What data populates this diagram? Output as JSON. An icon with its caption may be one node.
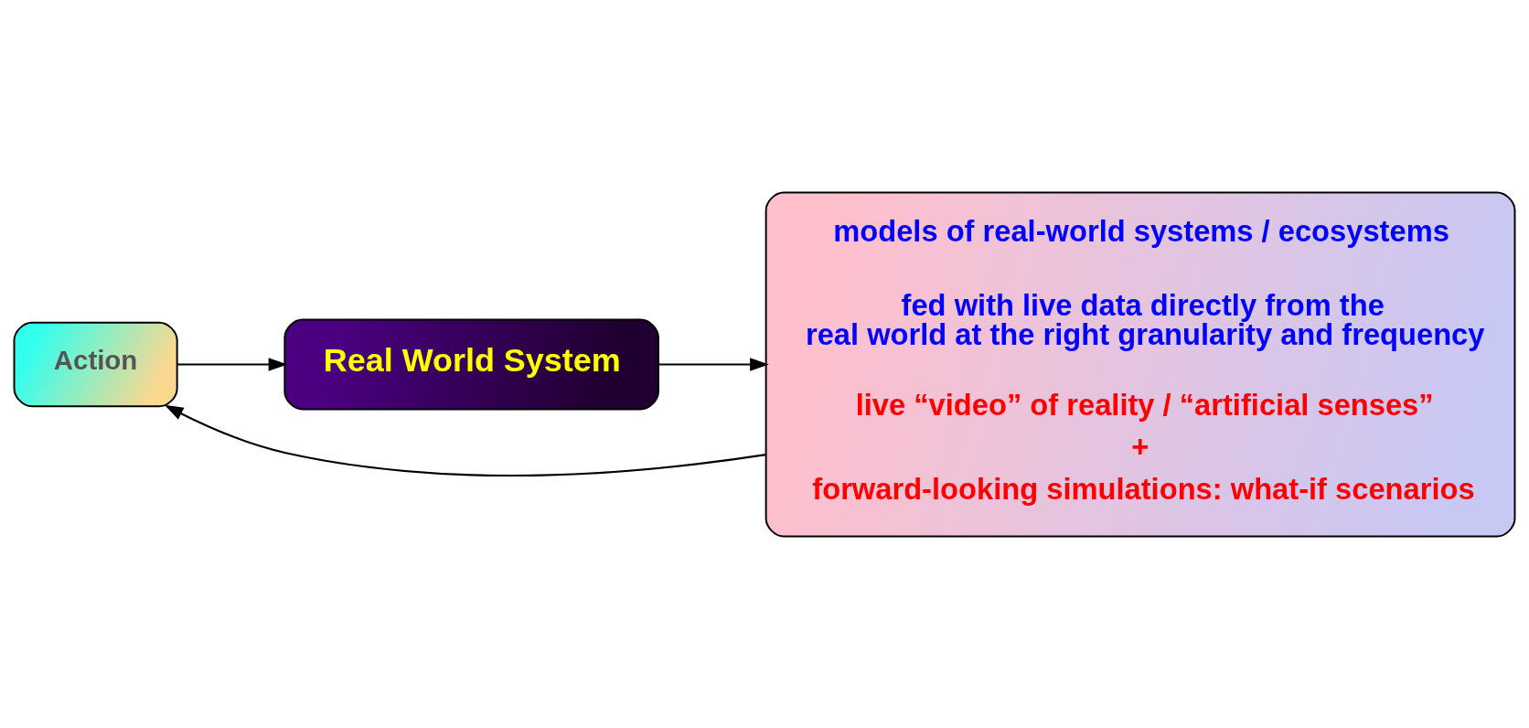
{
  "diagram": {
    "nodes": [
      {
        "text": [
          "Real World System"
        ]
      },
      {
        "text": [
          "Action"
        ]
      },
      {
        "text": [
          "models of real-world systems / ecosystems",
          "fed with live data directly from the real world at the right granularity and frequency",
          "live “video” of reality / “artificial senses”",
          "+",
          "forward-looking simulations: what-if scenarios"
        ]
      }
    ],
    "edges": [
      {
        "from": 1,
        "to": 0,
        "arrow": "to"
      },
      {
        "from": 0,
        "to": 2,
        "arrow": "to"
      },
      {
        "from": 2,
        "to": 1,
        "arrow": "to"
      }
    ]
  }
}
